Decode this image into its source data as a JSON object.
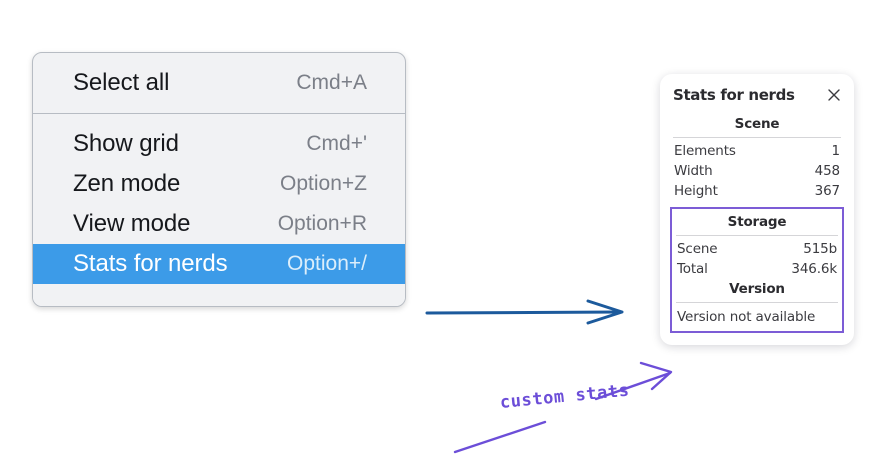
{
  "context_menu": {
    "groups": [
      {
        "items": [
          {
            "label": "Select all",
            "shortcut": "Cmd+A",
            "selected": false
          }
        ]
      },
      {
        "items": [
          {
            "label": "Show grid",
            "shortcut": "Cmd+'",
            "selected": false
          },
          {
            "label": "Zen mode",
            "shortcut": "Option+Z",
            "selected": false
          },
          {
            "label": "View mode",
            "shortcut": "Option+R",
            "selected": false
          },
          {
            "label": "Stats for nerds",
            "shortcut": "Option+/",
            "selected": true
          }
        ]
      }
    ],
    "highlight_color": "#3c9be8",
    "items": {
      "select_all": {
        "label": "Select all",
        "shortcut": "Cmd+A"
      },
      "show_grid": {
        "label": "Show grid",
        "shortcut": "Cmd+'"
      },
      "zen_mode": {
        "label": "Zen mode",
        "shortcut": "Option+Z"
      },
      "view_mode": {
        "label": "View mode",
        "shortcut": "Option+R"
      },
      "stats_for_nerds": {
        "label": "Stats for nerds",
        "shortcut": "Option+/"
      }
    }
  },
  "stats_panel": {
    "title": "Stats for nerds",
    "close_icon": "close-icon",
    "scene": {
      "heading": "Scene",
      "rows": [
        {
          "label": "Elements",
          "value": "1"
        },
        {
          "label": "Width",
          "value": "458"
        },
        {
          "label": "Height",
          "value": "367"
        }
      ]
    },
    "storage": {
      "heading": "Storage",
      "rows": [
        {
          "label": "Scene",
          "value": "515b"
        },
        {
          "label": "Total",
          "value": "346.6k"
        }
      ]
    },
    "version": {
      "heading": "Version",
      "note": "Version not available"
    },
    "custom_box_color": "#7c5cd6"
  },
  "annotations": {
    "label": "custom stats",
    "label_color": "#6c4ed8",
    "blue_arrow_color": "#1c5a9c",
    "purple_arrow_color": "#6c4ed8"
  }
}
